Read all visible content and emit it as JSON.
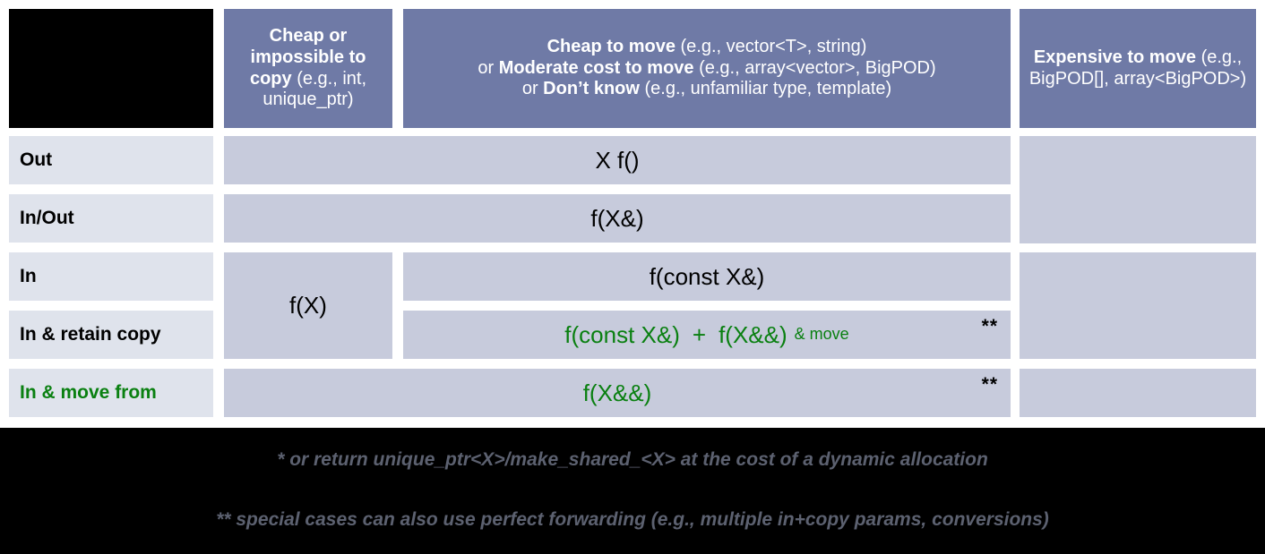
{
  "matrix": {
    "corner": "",
    "columns": [
      {
        "id": "cheap-or-impossible-to-copy",
        "strong": "Cheap or impossible to copy",
        "examples": " (e.g., int, unique_ptr)"
      },
      {
        "id": "cheap-to-move",
        "line1_strong": "Cheap to move",
        "line1_examples": " (e.g., vector<T>, string)",
        "line2_prefix": "or ",
        "line2_strong": "Moderate cost to move",
        "line2_examples": " (e.g., array<vector>, BigPOD)",
        "line3_prefix": "or ",
        "line3_strong": "Don’t know",
        "line3_examples": " (e.g., unfamiliar type, template)"
      },
      {
        "id": "expensive-to-move",
        "strong": "Expensive to move",
        "examples": " (e.g., BigPOD[], array<BigPOD>)"
      }
    ],
    "rows": [
      {
        "id": "out",
        "label": "Out"
      },
      {
        "id": "in-out",
        "label": "In/Out"
      },
      {
        "id": "in",
        "label": "In"
      },
      {
        "id": "in-retain-copy",
        "label": "In & retain copy"
      },
      {
        "id": "in-move-from",
        "label": "In & move from"
      }
    ],
    "cells": {
      "out_span": "X f()",
      "out_expensive": "",
      "inout_span": "f(X&)",
      "in_cheap_copy": "f(X)",
      "in_cheapmove": "f(const X&)",
      "in_expensive": "",
      "retain_part1": "f(const X&)",
      "retain_plus": "+",
      "retain_part2": "f(X&&)",
      "retain_suffix": "& move",
      "retain_footmark": "**",
      "retain_expensive": "",
      "movefrom_span": "f(X&&)",
      "movefrom_footmark": "**",
      "movefrom_expensive": ""
    }
  },
  "footnotes": [
    "* or return unique_ptr<X>/make_shared_<X> at the cost of a dynamic allocation",
    "** special cases can also use perfect forwarding (e.g., multiple in+copy params, conversions)"
  ],
  "colors": {
    "header_blue": "#6f7aa6",
    "cell_blue": "#c7cbdc",
    "rowlabel_blue": "#dfe3ec",
    "accent_green": "#0a8011",
    "footer_background": "#000000",
    "footer_text": "#5c6170"
  }
}
